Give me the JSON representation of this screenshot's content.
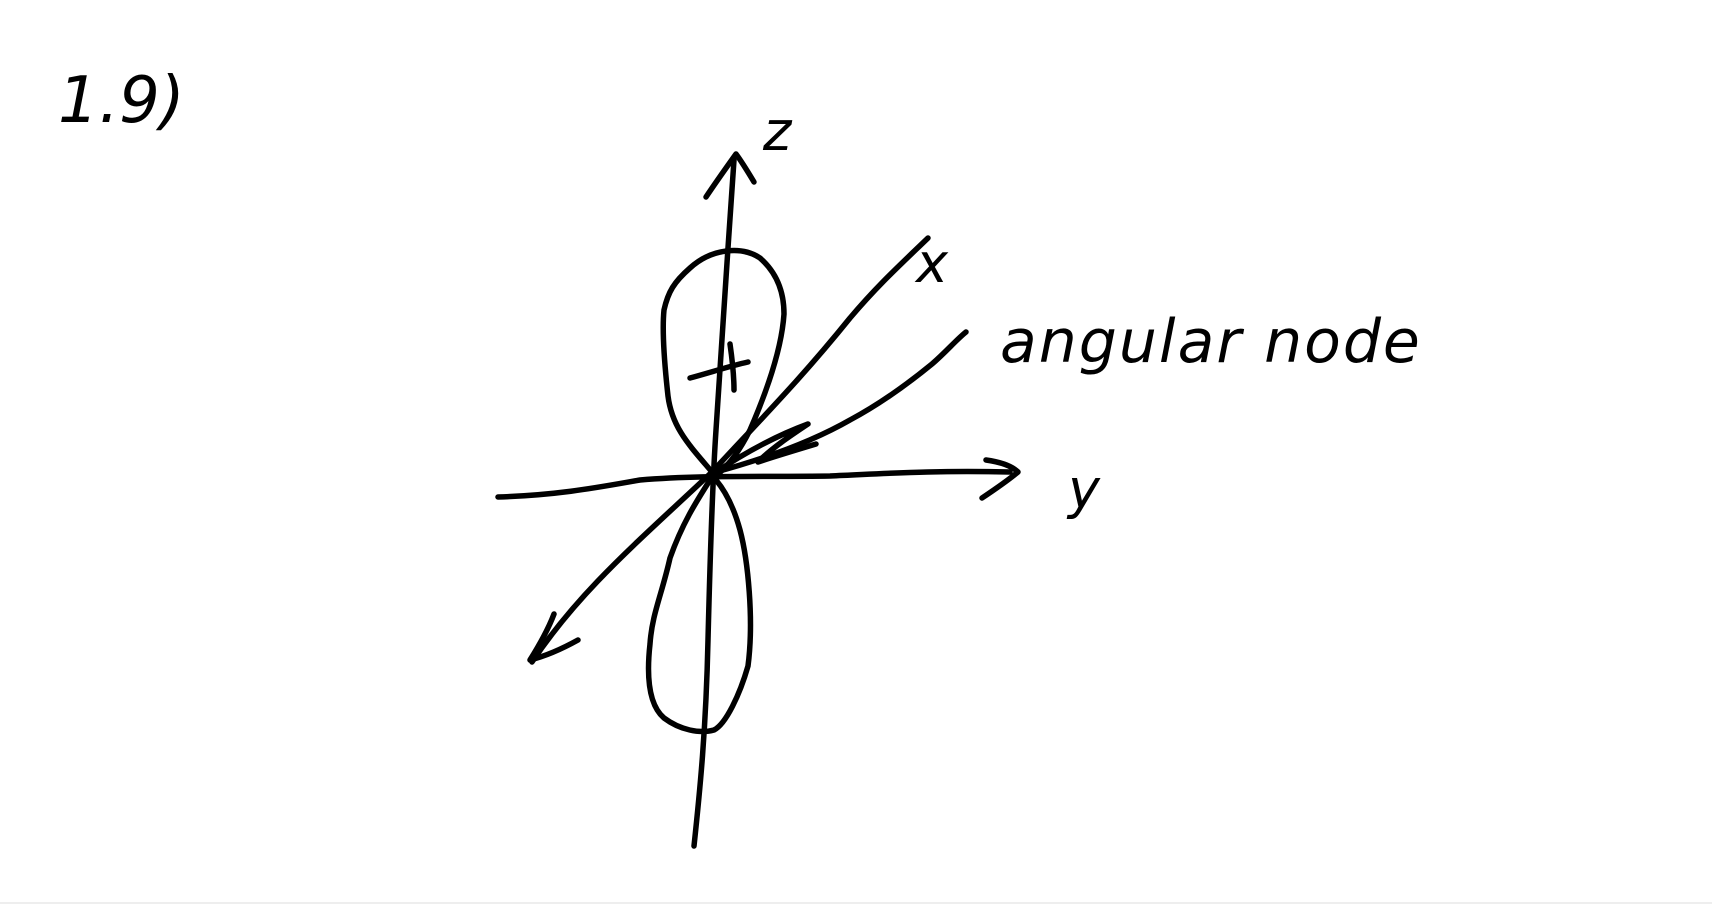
{
  "problem_number": "1.9)",
  "axes": {
    "z_label": "z",
    "x_label": "x",
    "y_label": "y"
  },
  "annotation": "angular node",
  "signs": {
    "upper_lobe": "+"
  },
  "colors": {
    "ink": "#000000",
    "background": "#ffffff"
  }
}
